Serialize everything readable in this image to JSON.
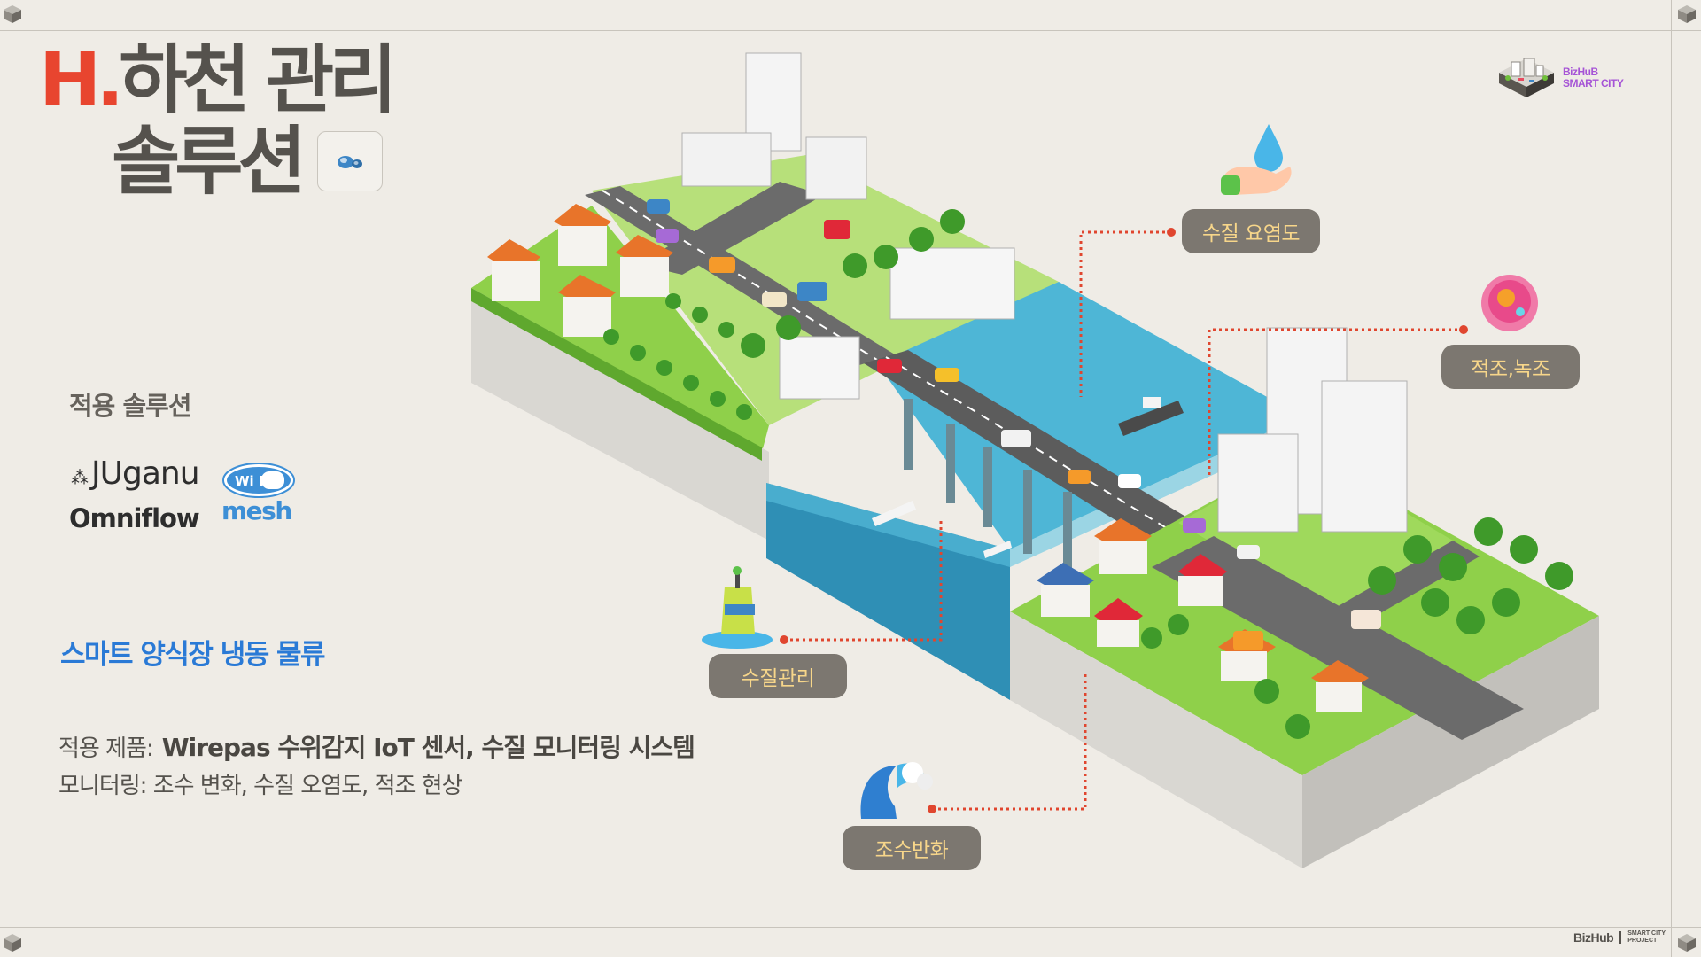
{
  "title": {
    "prefix": "H.",
    "line1": "하천 관리",
    "line2": "솔루션"
  },
  "brand_logo": {
    "line1": "BizHuB",
    "line2": "SMART CITY"
  },
  "applied_solutions": {
    "label": "적용 솔루션",
    "partners": {
      "juganu": "JUganu",
      "omniflow": "Omniflow",
      "wifi": "Wi Fi",
      "mesh": "mesh"
    }
  },
  "heading": "스마트 양식장 냉동 물류",
  "description": {
    "products_label": "적용 제품:",
    "products_value": "Wirepas 수위감지  IoT 센서, 수질 모니터링 시스템",
    "monitoring": "모니터링: 조수 변화, 수질 오염도, 적조 현상"
  },
  "callouts": {
    "water_pollution": "수질 요염도",
    "red_green_tide": "적조,녹조",
    "water_management": "수질관리",
    "tide_change": "조수반화"
  },
  "footer": {
    "name": "BizHub",
    "sub_line1": "SMART CITY",
    "sub_line2": "PROJECT"
  },
  "colors": {
    "accent_red": "#e8452f",
    "heading_blue": "#2a7ad6",
    "callout_bg": "#7c7770",
    "callout_text": "#f7d68a",
    "water": "#4eb6d6",
    "grass": "#6fbf3a"
  },
  "icons": [
    "water-drop-hand-icon",
    "cell-icon",
    "buoy-icon",
    "wave-icon",
    "river-bubble-icon"
  ]
}
